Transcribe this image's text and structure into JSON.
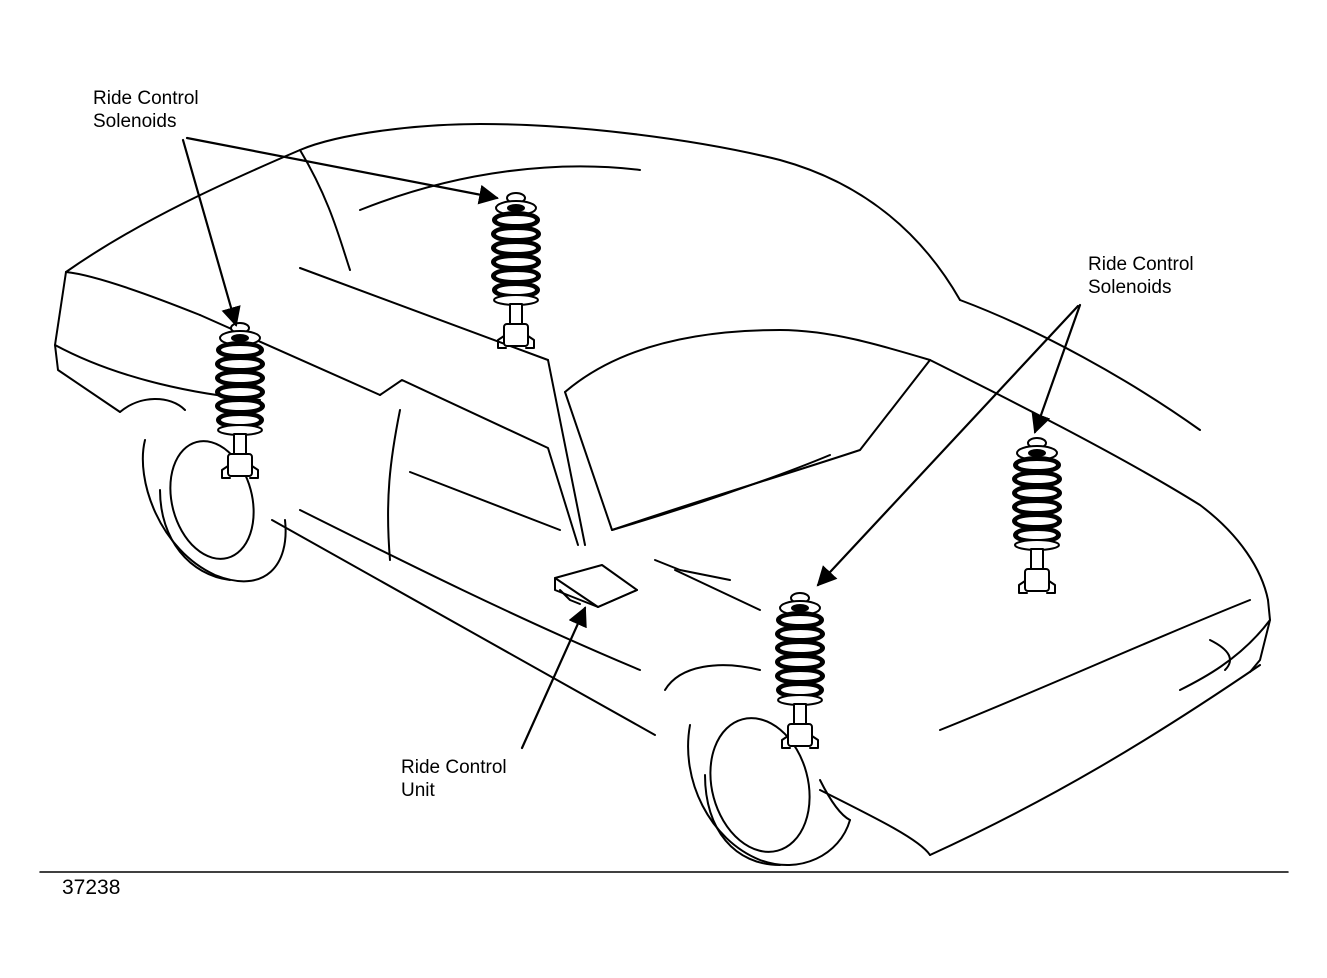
{
  "callouts": {
    "solenoids_left": {
      "line1": "Ride Control",
      "line2": "Solenoids"
    },
    "solenoids_right": {
      "line1": "Ride Control",
      "line2": "Solenoids"
    },
    "control_unit": {
      "line1": "Ride Control",
      "line2": "Unit"
    }
  },
  "figure_number": "37238",
  "colors": {
    "ink": "#000000",
    "paper": "#ffffff"
  },
  "icons": [
    "car-outline-illustration",
    "strut-coil-spring-icon",
    "control-module-icon",
    "leader-arrow-icon"
  ]
}
